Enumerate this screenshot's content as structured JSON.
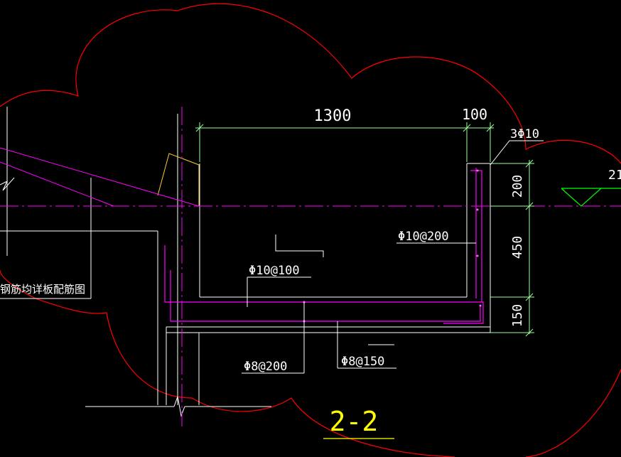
{
  "drawing": {
    "section_title": "2-2",
    "colors": {
      "background": "#000000",
      "revision_cloud": "#ff0000",
      "dimension": "#9cff9c",
      "rebar": "#ff00ff",
      "outline": "#ffffff",
      "centerline": "#ff00ff",
      "note_yellow": "#ffff00",
      "level_marker": "#00ff00",
      "title": "#ffff00"
    },
    "dimensions": {
      "width_main": "1300",
      "width_edge": "100",
      "height_top": "200",
      "height_mid": "450",
      "height_bottom": "150"
    },
    "rebar_labels": {
      "top_bars": "3Φ10",
      "side_bars": "Φ10@200",
      "slab_top": "Φ10@100",
      "slab_bottom_left": "Φ8@200",
      "slab_bottom_right": "Φ8@150"
    },
    "notes": {
      "left_note": "钢筋均详板配筋图",
      "level_value": "21"
    }
  }
}
